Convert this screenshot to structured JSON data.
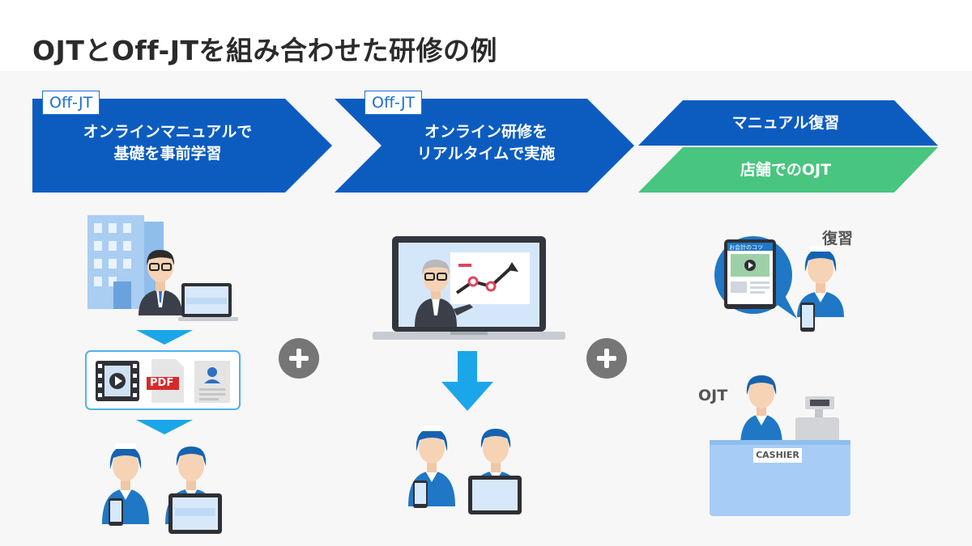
{
  "title": "OJTとOff-JTを組み合わせた研修の例",
  "steps": [
    {
      "tag": "Off-JT",
      "line1": "オンラインマニュアルで",
      "line2": "基礎を事前学習"
    },
    {
      "tag": "Off-JT",
      "line1": "オンライン研修を",
      "line2": "リアルタイムで実施"
    },
    {
      "top": "マニュアル復習",
      "bottom": "店舗でのOJT"
    }
  ],
  "labels": {
    "review": "復習",
    "ojt": "OJT",
    "cashier": "CASHIER",
    "pdf": "PDF",
    "tablet_title": "お会計のコツ"
  },
  "colors": {
    "blue": "#0c5cc0",
    "green": "#48c57e",
    "counter": "#a7cdf6",
    "staff": "#1f77c6"
  }
}
